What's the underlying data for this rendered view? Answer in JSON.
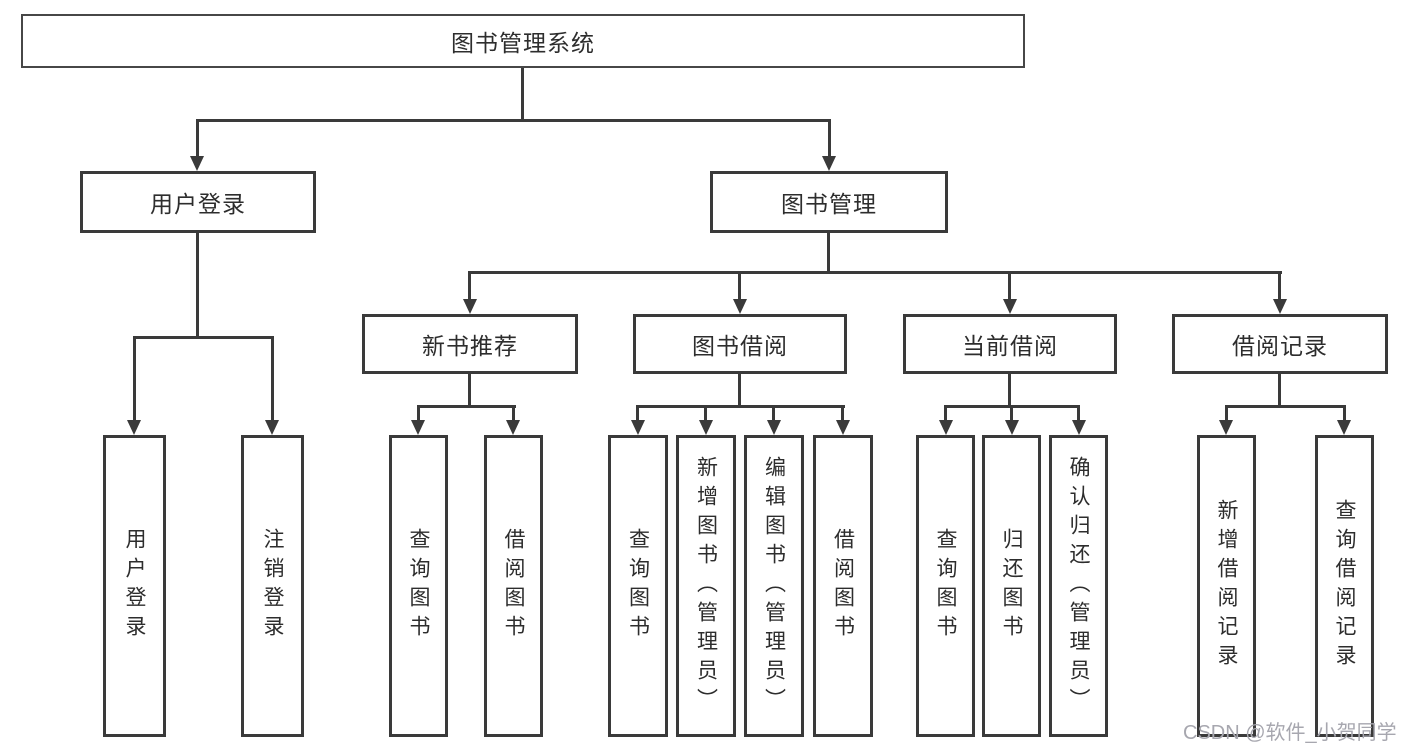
{
  "diagram": {
    "type": "hierarchy-tree",
    "root": {
      "label": "图书管理系统"
    },
    "level2": [
      {
        "label": "用户登录"
      },
      {
        "label": "图书管理"
      }
    ],
    "level3": [
      {
        "label": "新书推荐"
      },
      {
        "label": "图书借阅"
      },
      {
        "label": "当前借阅"
      },
      {
        "label": "借阅记录"
      }
    ],
    "leaves": {
      "user_login": [
        "用户登录",
        "注销登录"
      ],
      "new_books": [
        "查询图书",
        "借阅图书"
      ],
      "book_borrow": [
        "查询图书",
        "新增图书（管理员）",
        "编辑图书（管理员）",
        "借阅图书"
      ],
      "current_borrow": [
        "查询图书",
        "归还图书",
        "确认归还（管理员）"
      ],
      "borrow_records": [
        "新增借阅记录",
        "查询借阅记录"
      ]
    },
    "colors": {
      "line": "#3a3a3a",
      "text": "#2d2d2d",
      "background": "#ffffff",
      "watermark": "#a7a7af"
    }
  },
  "watermark": {
    "text": "CSDN @软件_小贺同学"
  }
}
